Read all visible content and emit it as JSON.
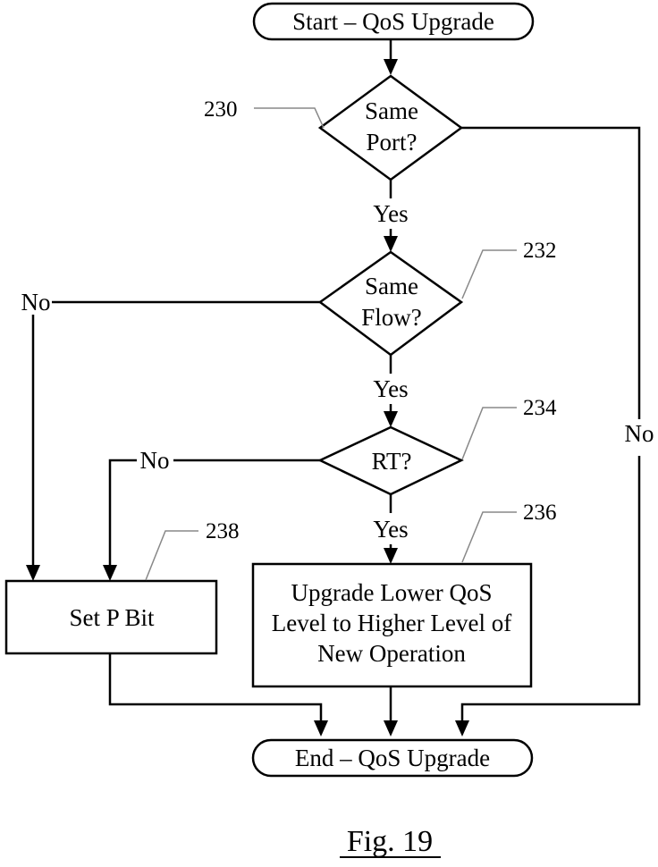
{
  "flowchart": {
    "start_label": "Start – QoS Upgrade",
    "end_label": "End – QoS Upgrade",
    "decisions": [
      {
        "ref": "230",
        "line1": "Same",
        "line2": "Port?"
      },
      {
        "ref": "232",
        "line1": "Same",
        "line2": "Flow?"
      },
      {
        "ref": "234",
        "text": "RT?"
      }
    ],
    "processes": [
      {
        "ref": "236",
        "lines": [
          "Upgrade Lower QoS",
          "Level to Higher Level of",
          "New Operation"
        ]
      },
      {
        "ref": "238",
        "text": "Set P Bit"
      }
    ],
    "edge_labels": {
      "port_yes": "Yes",
      "port_no": "No",
      "flow_yes": "Yes",
      "flow_no": "No",
      "rt_yes": "Yes",
      "rt_no": "No"
    }
  },
  "figure_caption": "Fig. 19"
}
